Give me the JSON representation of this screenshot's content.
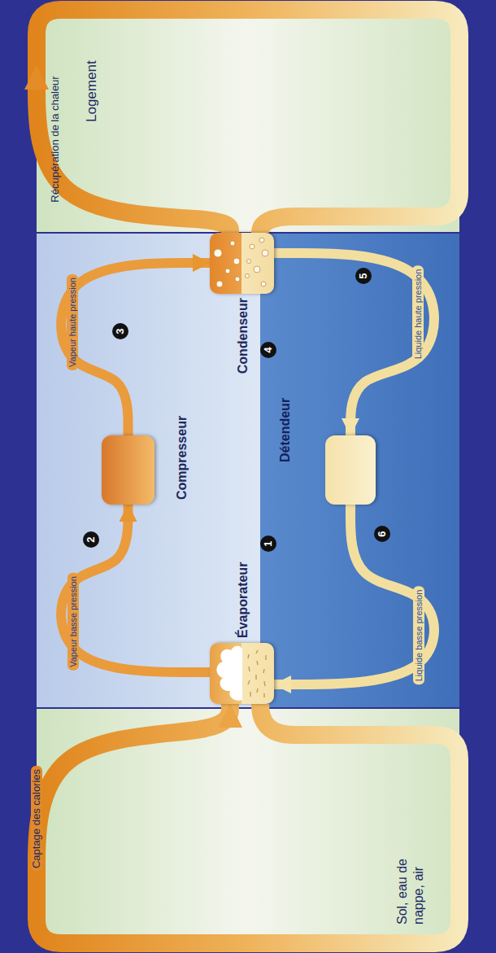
{
  "diagram": {
    "nodes": [
      {
        "text": [
          "Sol, eau de nappe, air"
        ]
      },
      {
        "text": [
          "Évaporateur"
        ]
      },
      {
        "text": [
          "Compresseur"
        ]
      },
      {
        "text": [
          "Condenseur"
        ]
      },
      {
        "text": [
          "Détendeur"
        ]
      },
      {
        "text": [
          "Logement"
        ]
      }
    ],
    "edges": [
      {
        "from": 0,
        "to": 1,
        "label": "Captage des calories",
        "arrow": "to"
      },
      {
        "from": 1,
        "to": 2,
        "label": "Vapeur basse pression",
        "arrow": "to"
      },
      {
        "from": 2,
        "to": 3,
        "label": "Vapeur haute pression",
        "arrow": "to"
      },
      {
        "from": 3,
        "to": 4,
        "label": "Liquide haute pression",
        "arrow": "to"
      },
      {
        "from": 4,
        "to": 1,
        "label": "Liquide basse pression",
        "arrow": "to"
      },
      {
        "from": 3,
        "to": 5,
        "label": "Récupération de la chaleur",
        "arrow": "to"
      }
    ],
    "labels": [
      "1",
      "2",
      "3",
      "4",
      "5",
      "6"
    ]
  }
}
